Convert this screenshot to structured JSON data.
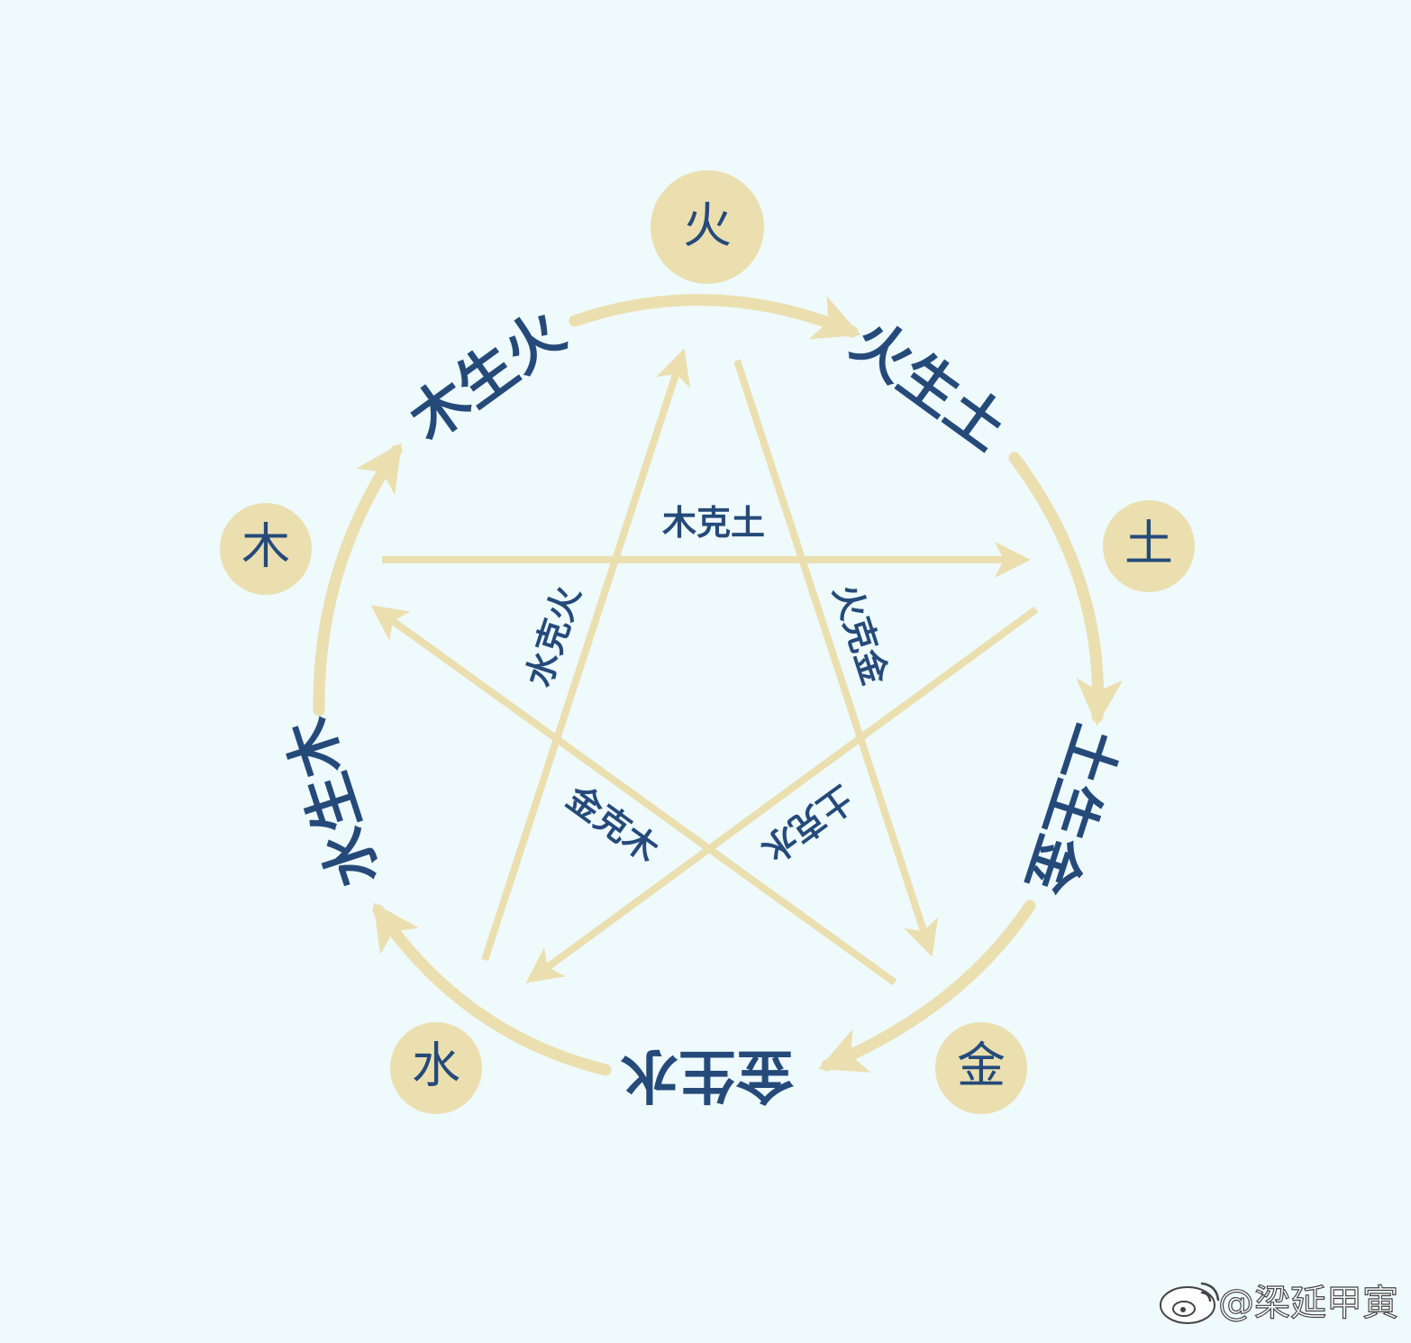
{
  "colors": {
    "background": "#eefafc",
    "accent": "#ebdfb0",
    "text": "#254a7a"
  },
  "elements": {
    "fire": {
      "label": "火"
    },
    "earth": {
      "label": "土"
    },
    "metal": {
      "label": "金"
    },
    "water": {
      "label": "水"
    },
    "wood": {
      "label": "木"
    }
  },
  "generating_cycle": [
    {
      "label": "木生火"
    },
    {
      "label": "火生土"
    },
    {
      "label": "土生金"
    },
    {
      "label": "金生水"
    },
    {
      "label": "水生木"
    }
  ],
  "controlling_cycle": [
    {
      "label": "木克土"
    },
    {
      "label": "火克金"
    },
    {
      "label": "土克水"
    },
    {
      "label": "金克木"
    },
    {
      "label": "水克火"
    }
  ],
  "watermark": {
    "text": "@梁延甲寅",
    "icon": "weibo-logo-icon"
  }
}
